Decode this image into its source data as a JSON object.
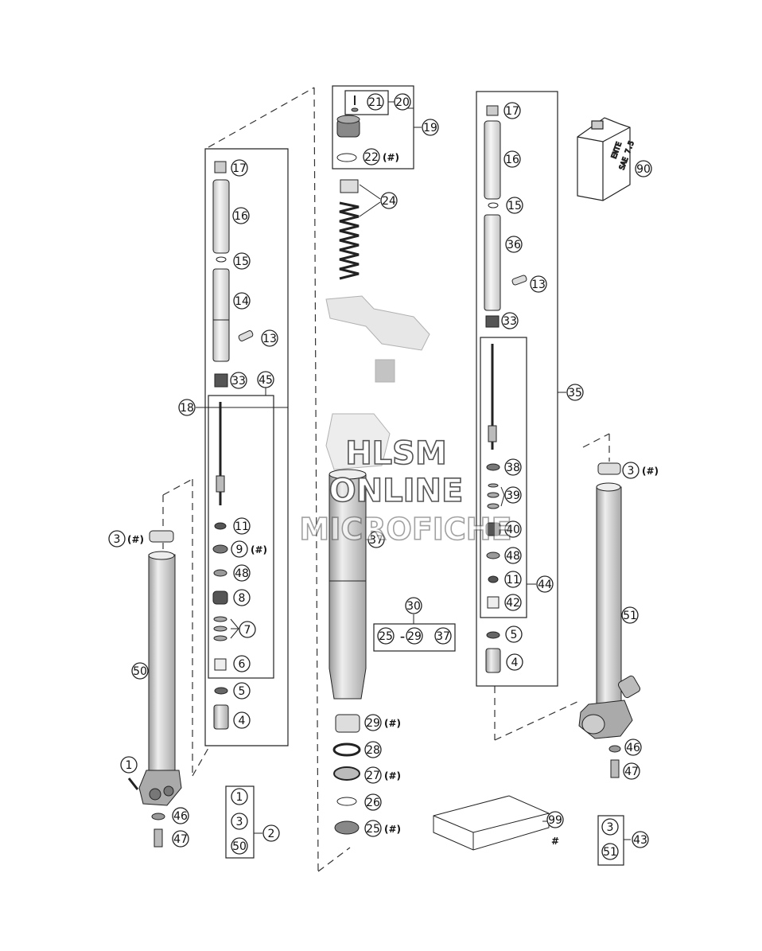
{
  "watermark": {
    "line1": "HLSM",
    "line2": "ONLINE",
    "line3": "MICROFICHE"
  },
  "hash_mark": "(#)",
  "hash_symbol": "#",
  "bottle": {
    "label_line1": "ENTE",
    "label_line2": "SAE 7.5"
  },
  "callouts": {
    "c1": "1",
    "c2": "2",
    "c3": "3",
    "c4": "4",
    "c5": "5",
    "c6": "6",
    "c7": "7",
    "c8": "8",
    "c9": "9",
    "c11": "11",
    "c13": "13",
    "c14": "14",
    "c15": "15",
    "c16": "16",
    "c17": "17",
    "c18": "18",
    "c19": "19",
    "c20": "20",
    "c21": "21",
    "c22": "22",
    "c24": "24",
    "c25": "25",
    "c26": "26",
    "c27": "27",
    "c28": "28",
    "c29": "29",
    "c30": "30",
    "c33": "33",
    "c35": "35",
    "c36": "36",
    "c37": "37",
    "c38": "38",
    "c39": "39",
    "c40": "40",
    "c42": "42",
    "c43": "43",
    "c44": "44",
    "c45": "45",
    "c46": "46",
    "c47": "47",
    "c48": "48",
    "c50": "50",
    "c51": "51",
    "c90": "90",
    "c99": "99"
  },
  "range_dash": "–",
  "colors": {
    "line": "#222222",
    "fill_light": "#e6e6e6",
    "fill_mid": "#c8c8c8",
    "fill_dark": "#8a8a8a"
  }
}
